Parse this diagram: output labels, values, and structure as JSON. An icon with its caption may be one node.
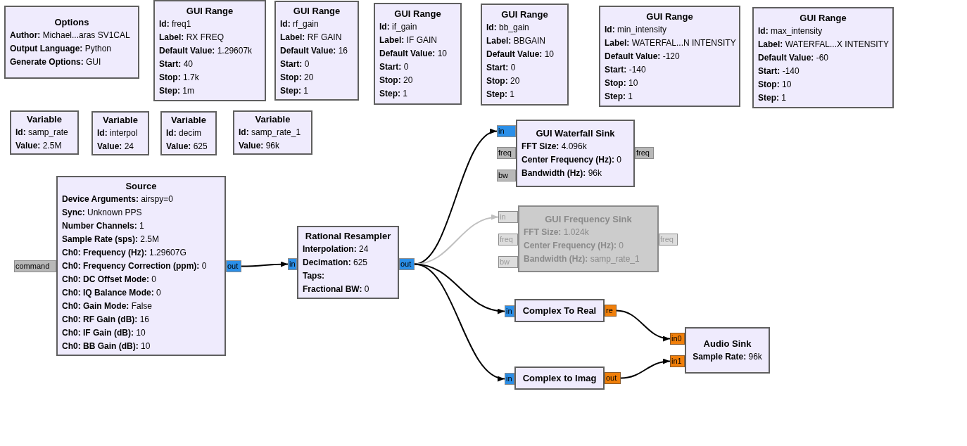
{
  "diagram": {
    "nodes": [
      {
        "text": [
          "Options",
          "**Author:** Michael...aras SV1CAL",
          "**Output Language:** Python",
          "**Generate Options:** GUI"
        ]
      },
      {
        "text": [
          "GUI Range",
          "**Id:** freq1",
          "**Label:** RX FREQ",
          "**Default Value:** 1.29607k",
          "**Start:** 40",
          "**Stop:** 1.7k",
          "**Step:** 1m"
        ]
      },
      {
        "text": [
          "GUI Range",
          "**Id:** rf_gain",
          "**Label:** RF GAIN",
          "**Default Value:** 16",
          "**Start:** 0",
          "**Stop:** 20",
          "**Step:** 1"
        ]
      },
      {
        "text": [
          "GUI Range",
          "**Id:** if_gain",
          "**Label:** IF GAIN",
          "**Default Value:** 10",
          "**Start:** 0",
          "**Stop:** 20",
          "**Step:** 1"
        ]
      },
      {
        "text": [
          "GUI Range",
          "**Id:** bb_gain",
          "**Label:** BBGAIN",
          "**Default Value:** 10",
          "**Start:** 0",
          "**Stop:** 20",
          "**Step:** 1"
        ]
      },
      {
        "text": [
          "GUI Range",
          "**Id:** min_intensity",
          "**Label:** WATERFAL...N INTENSITY",
          "**Default Value:** -120",
          "**Start:** -140",
          "**Stop:** 10",
          "**Step:** 1"
        ]
      },
      {
        "text": [
          "GUI Range",
          "**Id:** max_intensity",
          "**Label:** WATERFAL...X INTENSITY",
          "**Default Value:** -60",
          "**Start:** -140",
          "**Stop:** 10",
          "**Step:** 1"
        ]
      },
      {
        "text": [
          "Variable",
          "**Id:** samp_rate",
          "**Value:** 2.5M"
        ]
      },
      {
        "text": [
          "Variable",
          "**Id:** interpol",
          "**Value:** 24"
        ]
      },
      {
        "text": [
          "Variable",
          "**Id:** decim",
          "**Value:** 625"
        ]
      },
      {
        "text": [
          "Variable",
          "**Id:** samp_rate_1",
          "**Value:** 96k"
        ]
      },
      {
        "text": [
          "GUI Waterfall Sink",
          "**FFT Size:** 4.096k",
          "**Center Frequency (Hz):** 0",
          "**Bandwidth (Hz):** 96k"
        ]
      },
      {
        "text": [
          "in"
        ]
      },
      {
        "text": [
          "freq"
        ]
      },
      {
        "text": [
          "bw"
        ]
      },
      {
        "text": [
          "freq"
        ]
      },
      {
        "text": [
          "GUI Frequency Sink",
          "**FFT Size:** 1.024k",
          "**Center Frequency (Hz):** 0",
          "**Bandwidth (Hz):** samp_rate_1"
        ]
      },
      {
        "text": [
          "in"
        ]
      },
      {
        "text": [
          "freq"
        ]
      },
      {
        "text": [
          "bw"
        ]
      },
      {
        "text": [
          "freq"
        ]
      },
      {
        "text": [
          "Source",
          "**Device Arguments:** airspy=0",
          "**Sync:** Unknown PPS",
          "**Number Channels:** 1",
          "**Sample Rate (sps):** 2.5M",
          "**Ch0: Frequency (Hz):** 1.29607G",
          "**Ch0: Frequency Correction (ppm):** 0",
          "**Ch0: DC Offset Mode:** 0",
          "**Ch0: IQ Balance Mode:** 0",
          "**Ch0: Gain Mode:** False",
          "**Ch0: RF Gain (dB):** 16",
          "**Ch0: IF Gain (dB):** 10",
          "**Ch0: BB Gain (dB):** 10"
        ]
      },
      {
        "text": [
          "command"
        ]
      },
      {
        "text": [
          "out"
        ]
      },
      {
        "text": [
          "Rational Resampler",
          "**Interpolation:** 24",
          "**Decimation:** 625",
          "**Taps:**",
          "**Fractional BW:** 0"
        ]
      },
      {
        "text": [
          "in"
        ]
      },
      {
        "text": [
          "out"
        ]
      },
      {
        "text": [
          "Complex To Real"
        ]
      },
      {
        "text": [
          "in"
        ]
      },
      {
        "text": [
          "re"
        ]
      },
      {
        "text": [
          "Audio Sink",
          "**Sample Rate:** 96k"
        ]
      },
      {
        "text": [
          "in0"
        ]
      },
      {
        "text": [
          "in1"
        ]
      },
      {
        "text": [
          "Complex to Imag"
        ]
      },
      {
        "text": [
          "in"
        ]
      },
      {
        "text": [
          "out"
        ]
      }
    ],
    "edges": [
      {
        "from": 23,
        "to": 25,
        "arrow": "to"
      },
      {
        "from": 26,
        "to": 12,
        "arrow": "to"
      },
      {
        "from": 26,
        "to": 17,
        "arrow": "to",
        "color": "#c0c0c0"
      },
      {
        "from": 26,
        "to": 28,
        "arrow": "to"
      },
      {
        "from": 26,
        "to": 34,
        "arrow": "to"
      },
      {
        "from": 29,
        "to": 31,
        "arrow": "to"
      },
      {
        "from": 35,
        "to": 32,
        "arrow": "to"
      }
    ]
  }
}
